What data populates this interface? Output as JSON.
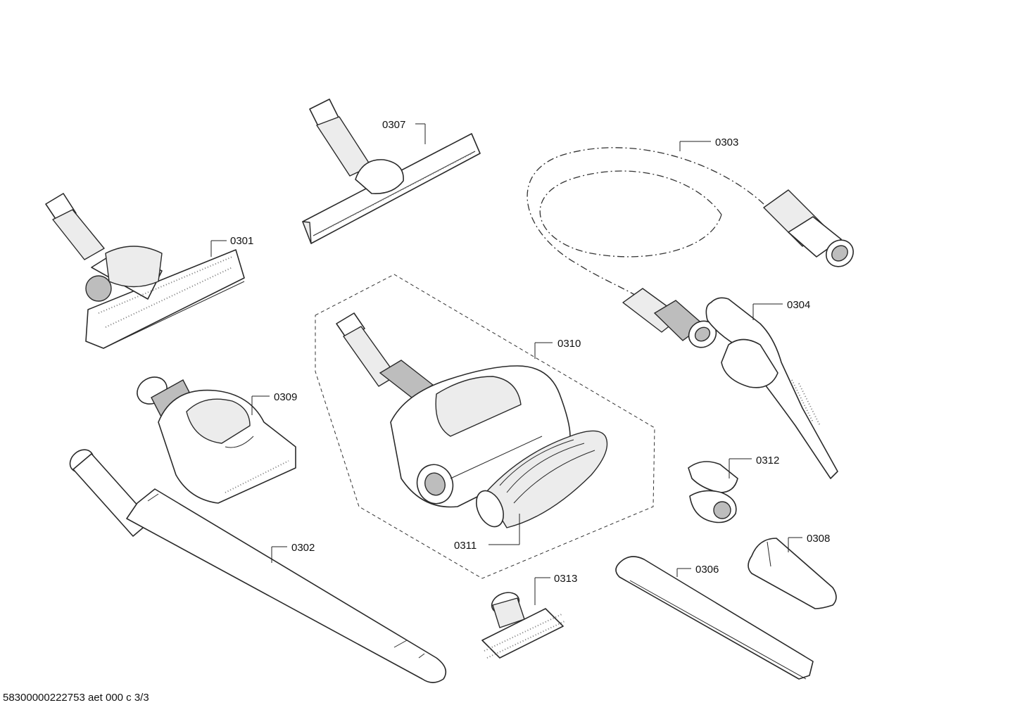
{
  "parts": {
    "p0301": "0301",
    "p0302": "0302",
    "p0303": "0303",
    "p0304": "0304",
    "p0306": "0306",
    "p0307": "0307",
    "p0308": "0308",
    "p0309": "0309",
    "p0310": "0310",
    "p0311": "0311",
    "p0312": "0312",
    "p0313": "0313"
  },
  "footer": "58300000222753 aet 000 c 3/3"
}
